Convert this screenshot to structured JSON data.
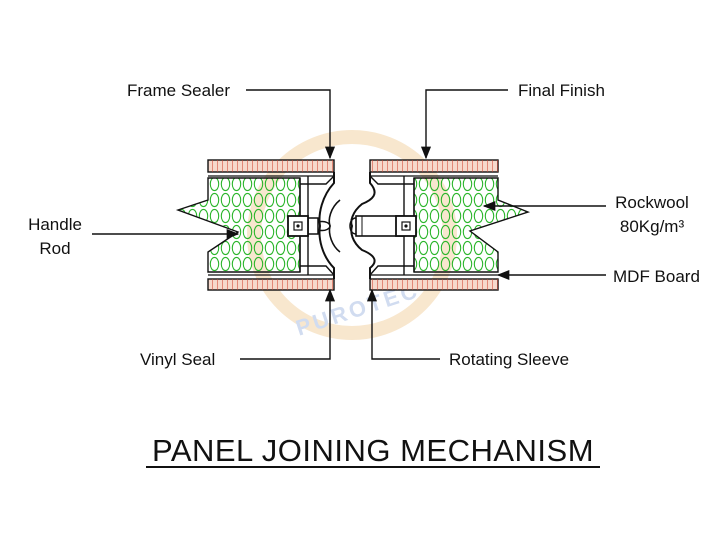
{
  "diagram": {
    "title": "PANEL JOINING MECHANISM",
    "watermark": "PUROTEC",
    "labels": {
      "frame_sealer": "Frame Sealer",
      "final_finish": "Final Finish",
      "handle_rod_1": "Handle",
      "handle_rod_2": "Rod",
      "rockwool_1": "Rockwool",
      "rockwool_2": "80Kg/m³",
      "mdf_board": "MDF Board",
      "vinyl_seal": "Vinyl Seal",
      "rotating_sleeve": "Rotating Sleeve"
    },
    "colors": {
      "line": "#111111",
      "mdf_fill": "#f6d9cc",
      "mdf_hatch": "#d2452f",
      "rockwool_fill": "#eef4e6",
      "rockwool_pattern": "#2bb52b",
      "watermark_ring": "#f7e3c6",
      "watermark_text": "#c9d6ee"
    }
  }
}
